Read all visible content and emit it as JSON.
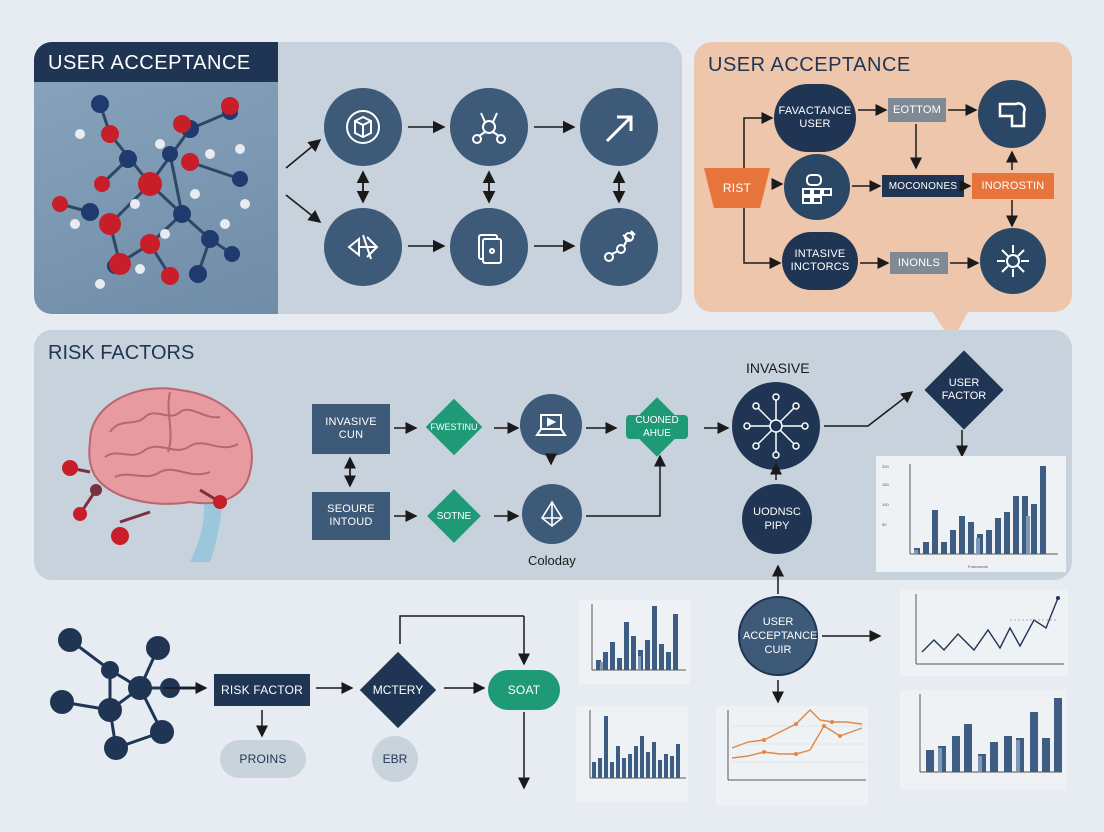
{
  "colors": {
    "navy": "#1f3553",
    "slate": "#3d5a78",
    "panel_gray": "#c7d2dc",
    "peach": "#eec6ab",
    "orange": "#e7753b",
    "teal": "#1f9a77",
    "bar_blue": "#3e5d82",
    "bar_light": "#7e98b6",
    "line_orange": "#e08746"
  },
  "top_left": {
    "title": "USER ACCEPTANCE"
  },
  "top_right": {
    "title": "USER ACCEPTANCE",
    "node_user": "FAVACTANCE USER",
    "node_eottom": "EOTTOM",
    "node_rist": "RIST",
    "node_mocon": "MOCONONES",
    "node_inorostin": "INOROSTIN",
    "node_intasive": "INTASIVE INCTORCS",
    "node_inonls": "INONLS"
  },
  "middle": {
    "title": "RISK FACTORS",
    "invasive_label": "INVASIVE",
    "node_invasive_cun": "INVASIVE CUN",
    "node_fwestinu": "FWESTINU",
    "node_cuoned": "CUONED AHUE",
    "node_seoure": "SEOURE INTOUD",
    "node_sotne": "SOTNE",
    "coloday": "Coloday",
    "node_user_factor": "USER FACTOR",
    "node_uodnsc": "UODNSC PIPY"
  },
  "bottom": {
    "node_risk_factor": "RISK FACTOR",
    "node_mctery": "MCTERY",
    "node_soat": "SOAT",
    "node_proins": "PROINS",
    "node_ebr": "EBR",
    "node_user_acc": "USER ACCEPTANCE CUIR"
  }
}
